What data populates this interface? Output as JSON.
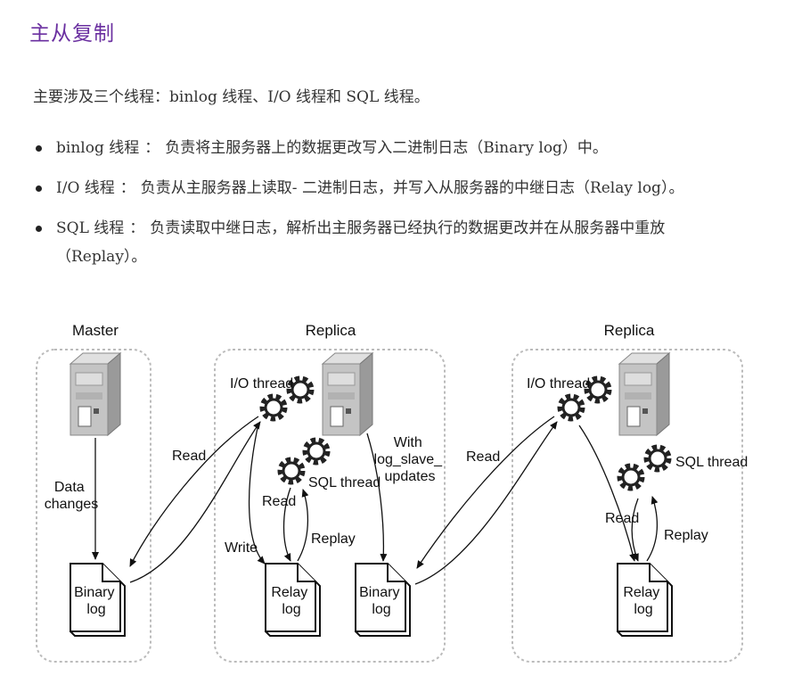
{
  "heading": "主从复制",
  "intro": "主要涉及三个线程：binlog 线程、I/O 线程和 SQL 线程。",
  "bullets": [
    {
      "term": "binlog 线程",
      "sep": "：",
      "desc": "负责将主服务器上的数据更改写入二进制日志（Binary log）中。"
    },
    {
      "term": "I/O 线程",
      "sep": "：",
      "desc": "负责从主服务器上读取- 二进制日志，并写入从服务器的中继日志（Relay log）。"
    },
    {
      "term": "SQL 线程",
      "sep": "：",
      "desc": "负责读取中继日志，解析出主服务器已经执行的数据更改并在从服务器中重放（Replay）。"
    }
  ],
  "diagram": {
    "master": {
      "title": "Master",
      "data_changes": [
        "Data",
        "changes"
      ],
      "binary_log": [
        "Binary",
        "log"
      ]
    },
    "replica1": {
      "title": "Replica",
      "io_thread": "I/O thread",
      "sql_thread": "SQL thread",
      "with_log": [
        "With",
        "log_slave_",
        "updates"
      ],
      "relay_log": [
        "Relay",
        "log"
      ],
      "binary_log": [
        "Binary",
        "log"
      ],
      "read": "Read",
      "write": "Write",
      "replay": "Replay"
    },
    "replica2": {
      "title": "Replica",
      "io_thread": "I/O thread",
      "sql_thread": "SQL thread",
      "relay_log": [
        "Relay",
        "log"
      ],
      "read": "Read",
      "replay": "Replay"
    },
    "arrow_read_1": "Read",
    "arrow_read_2": "Read"
  }
}
